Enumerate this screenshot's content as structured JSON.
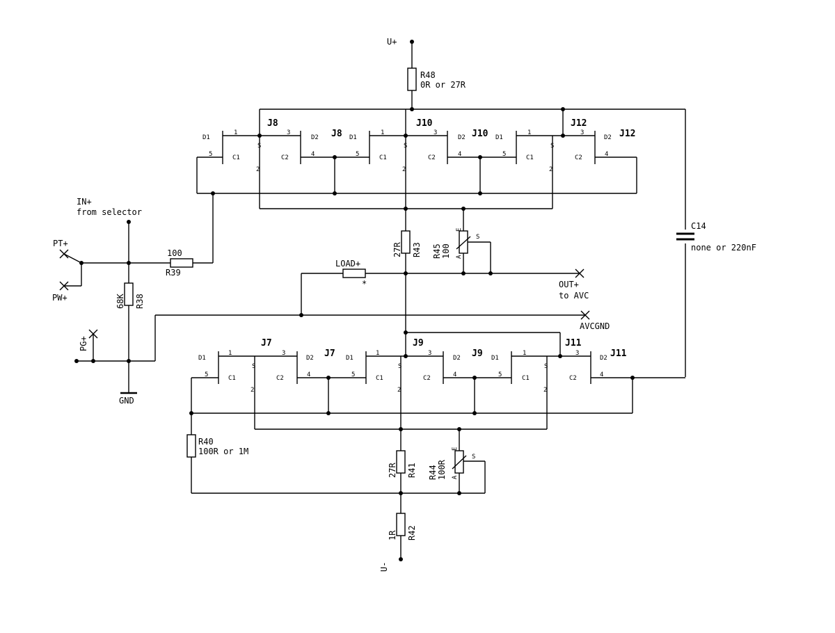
{
  "supply": {
    "positive": "U+",
    "negative": "U-",
    "ground": "GND"
  },
  "resistors": {
    "r48": {
      "ref": "R48",
      "value": "0R or 27R"
    },
    "r39": {
      "ref": "R39",
      "value": "100"
    },
    "r38": {
      "ref": "R38",
      "value": "68K"
    },
    "r43": {
      "ref": "R43",
      "value": "27R"
    },
    "r45": {
      "ref": "R45",
      "value": "100"
    },
    "r40": {
      "ref": "R40",
      "value": "100R or 1M"
    },
    "r41": {
      "ref": "R41",
      "value": "27R"
    },
    "r44": {
      "ref": "R44",
      "value": "100R"
    },
    "r42": {
      "ref": "R42",
      "value": "1R"
    }
  },
  "capacitor": {
    "ref": "C14",
    "value": "none or 220nF"
  },
  "connectors": {
    "in_plus": "IN+",
    "in_plus_desc": "from selector",
    "pt_plus": "PT+",
    "pw_plus": "PW+",
    "pg_plus": "PG+",
    "load_plus": "LOAD+",
    "out_plus": "OUT+",
    "out_plus_desc": "to AVC",
    "avcgnd": "AVCGND"
  },
  "pins": {
    "d1": "D1",
    "d2": "D2",
    "s": "S",
    "c1": "C1",
    "c2": "C2",
    "p1": "1",
    "p2": "2",
    "p3": "3",
    "p4": "4",
    "p5": "5",
    "e": "E",
    "a": "A",
    "star": "*"
  },
  "jfets": {
    "j7": "J7",
    "j8": "J8",
    "j9": "J9",
    "j10": "J10",
    "j11": "J11",
    "j12": "J12"
  }
}
